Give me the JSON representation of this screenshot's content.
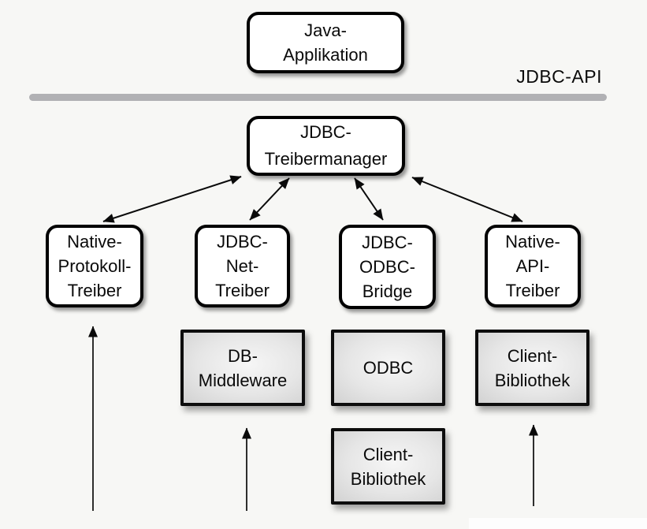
{
  "api_divider": {
    "label": "JDBC-API",
    "line_color": "#b1b1b4"
  },
  "colors": {
    "background": "#f7f7f5",
    "node_fill_white": "#ffffff",
    "node_fill_gray_center": "#f6f6f6",
    "node_fill_gray_edge": "#d2d2d2",
    "node_border": "#000000",
    "arrow": "#0a0a0a"
  },
  "nodes": {
    "java_application": {
      "lines": [
        "Java-",
        "Applikation"
      ]
    },
    "jdbc_treibermanager": {
      "lines": [
        "JDBC-",
        "Treibermanager"
      ]
    },
    "native_protokoll_treiber": {
      "lines": [
        "Native-",
        "Protokoll-",
        "Treiber"
      ]
    },
    "jdbc_net_treiber": {
      "lines": [
        "JDBC-",
        "Net-",
        "Treiber"
      ]
    },
    "jdbc_odbc_bridge": {
      "lines": [
        "JDBC-",
        "ODBC-",
        "Bridge"
      ]
    },
    "native_api_treiber": {
      "lines": [
        "Native-",
        "API-",
        "Treiber"
      ]
    },
    "db_middleware": {
      "lines": [
        "DB-",
        "Middleware"
      ]
    },
    "odbc": {
      "lines": [
        "ODBC"
      ]
    },
    "client_bibliothek_right": {
      "lines": [
        "Client-",
        "Bibliothek"
      ]
    },
    "client_bibliothek_bottom": {
      "lines": [
        "Client-",
        "Bibliothek"
      ]
    }
  },
  "connections": [
    {
      "from": "jdbc_treibermanager",
      "to": "native_protokoll_treiber",
      "bidirectional": true
    },
    {
      "from": "jdbc_treibermanager",
      "to": "jdbc_net_treiber",
      "bidirectional": true
    },
    {
      "from": "jdbc_treibermanager",
      "to": "jdbc_odbc_bridge",
      "bidirectional": true
    },
    {
      "from": "jdbc_treibermanager",
      "to": "native_api_treiber",
      "bidirectional": true
    },
    {
      "from": "offscreen_bottom",
      "to": "native_protokoll_treiber",
      "bidirectional": false
    },
    {
      "from": "offscreen_bottom",
      "to": "db_middleware",
      "bidirectional": false
    },
    {
      "from": "offscreen_bottom",
      "to": "client_bibliothek_right",
      "bidirectional": false
    }
  ]
}
